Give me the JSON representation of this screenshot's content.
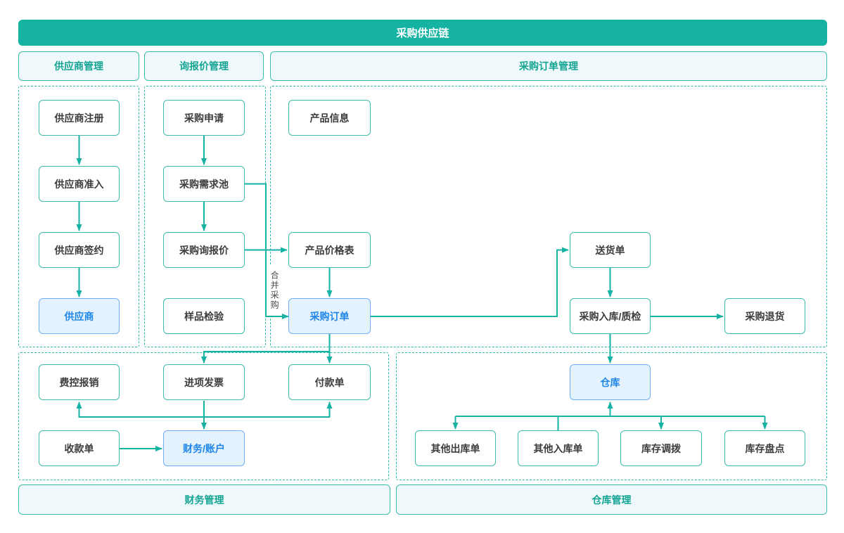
{
  "title": "采购供应链",
  "colors": {
    "teal": "#16b3a3",
    "teal-border": "#3dbcac",
    "teal-dash": "#2fbcab",
    "teal-text": "#14a493",
    "panel": "#eff9fb",
    "blue-bg": "#e4f2fe",
    "blue-border": "#6fb0f5",
    "blue-text": "#2086ea"
  },
  "sections": {
    "supplier": "供应商管理",
    "inquiry": "询报价管理",
    "purchase_order": "采购订单管理",
    "finance": "财务管理",
    "warehouse": "仓库管理"
  },
  "nodes": {
    "supplier_register": "供应商注册",
    "supplier_access": "供应商准入",
    "supplier_sign": "供应商签约",
    "supplier": "供应商",
    "purchase_request": "采购申请",
    "demand_pool": "采购需求池",
    "purchase_inquiry": "采购询报价",
    "sample_inspection": "样品检验",
    "product_info": "产品信息",
    "price_list": "产品价格表",
    "purchase_order": "采购订单",
    "delivery_note": "送货单",
    "inbound_qc": "采购入库/质检",
    "purchase_return": "采购退货",
    "expense_report": "费控报销",
    "input_invoice": "进项发票",
    "payment_slip": "付款单",
    "receipt_slip": "收款单",
    "finance_account": "财务/账户",
    "warehouse": "仓库",
    "other_outbound": "其他出库单",
    "other_inbound": "其他入库单",
    "stock_transfer": "库存调拨",
    "stock_count": "库存盘点"
  },
  "edge_labels": {
    "merge_purchase": "合并采购"
  }
}
